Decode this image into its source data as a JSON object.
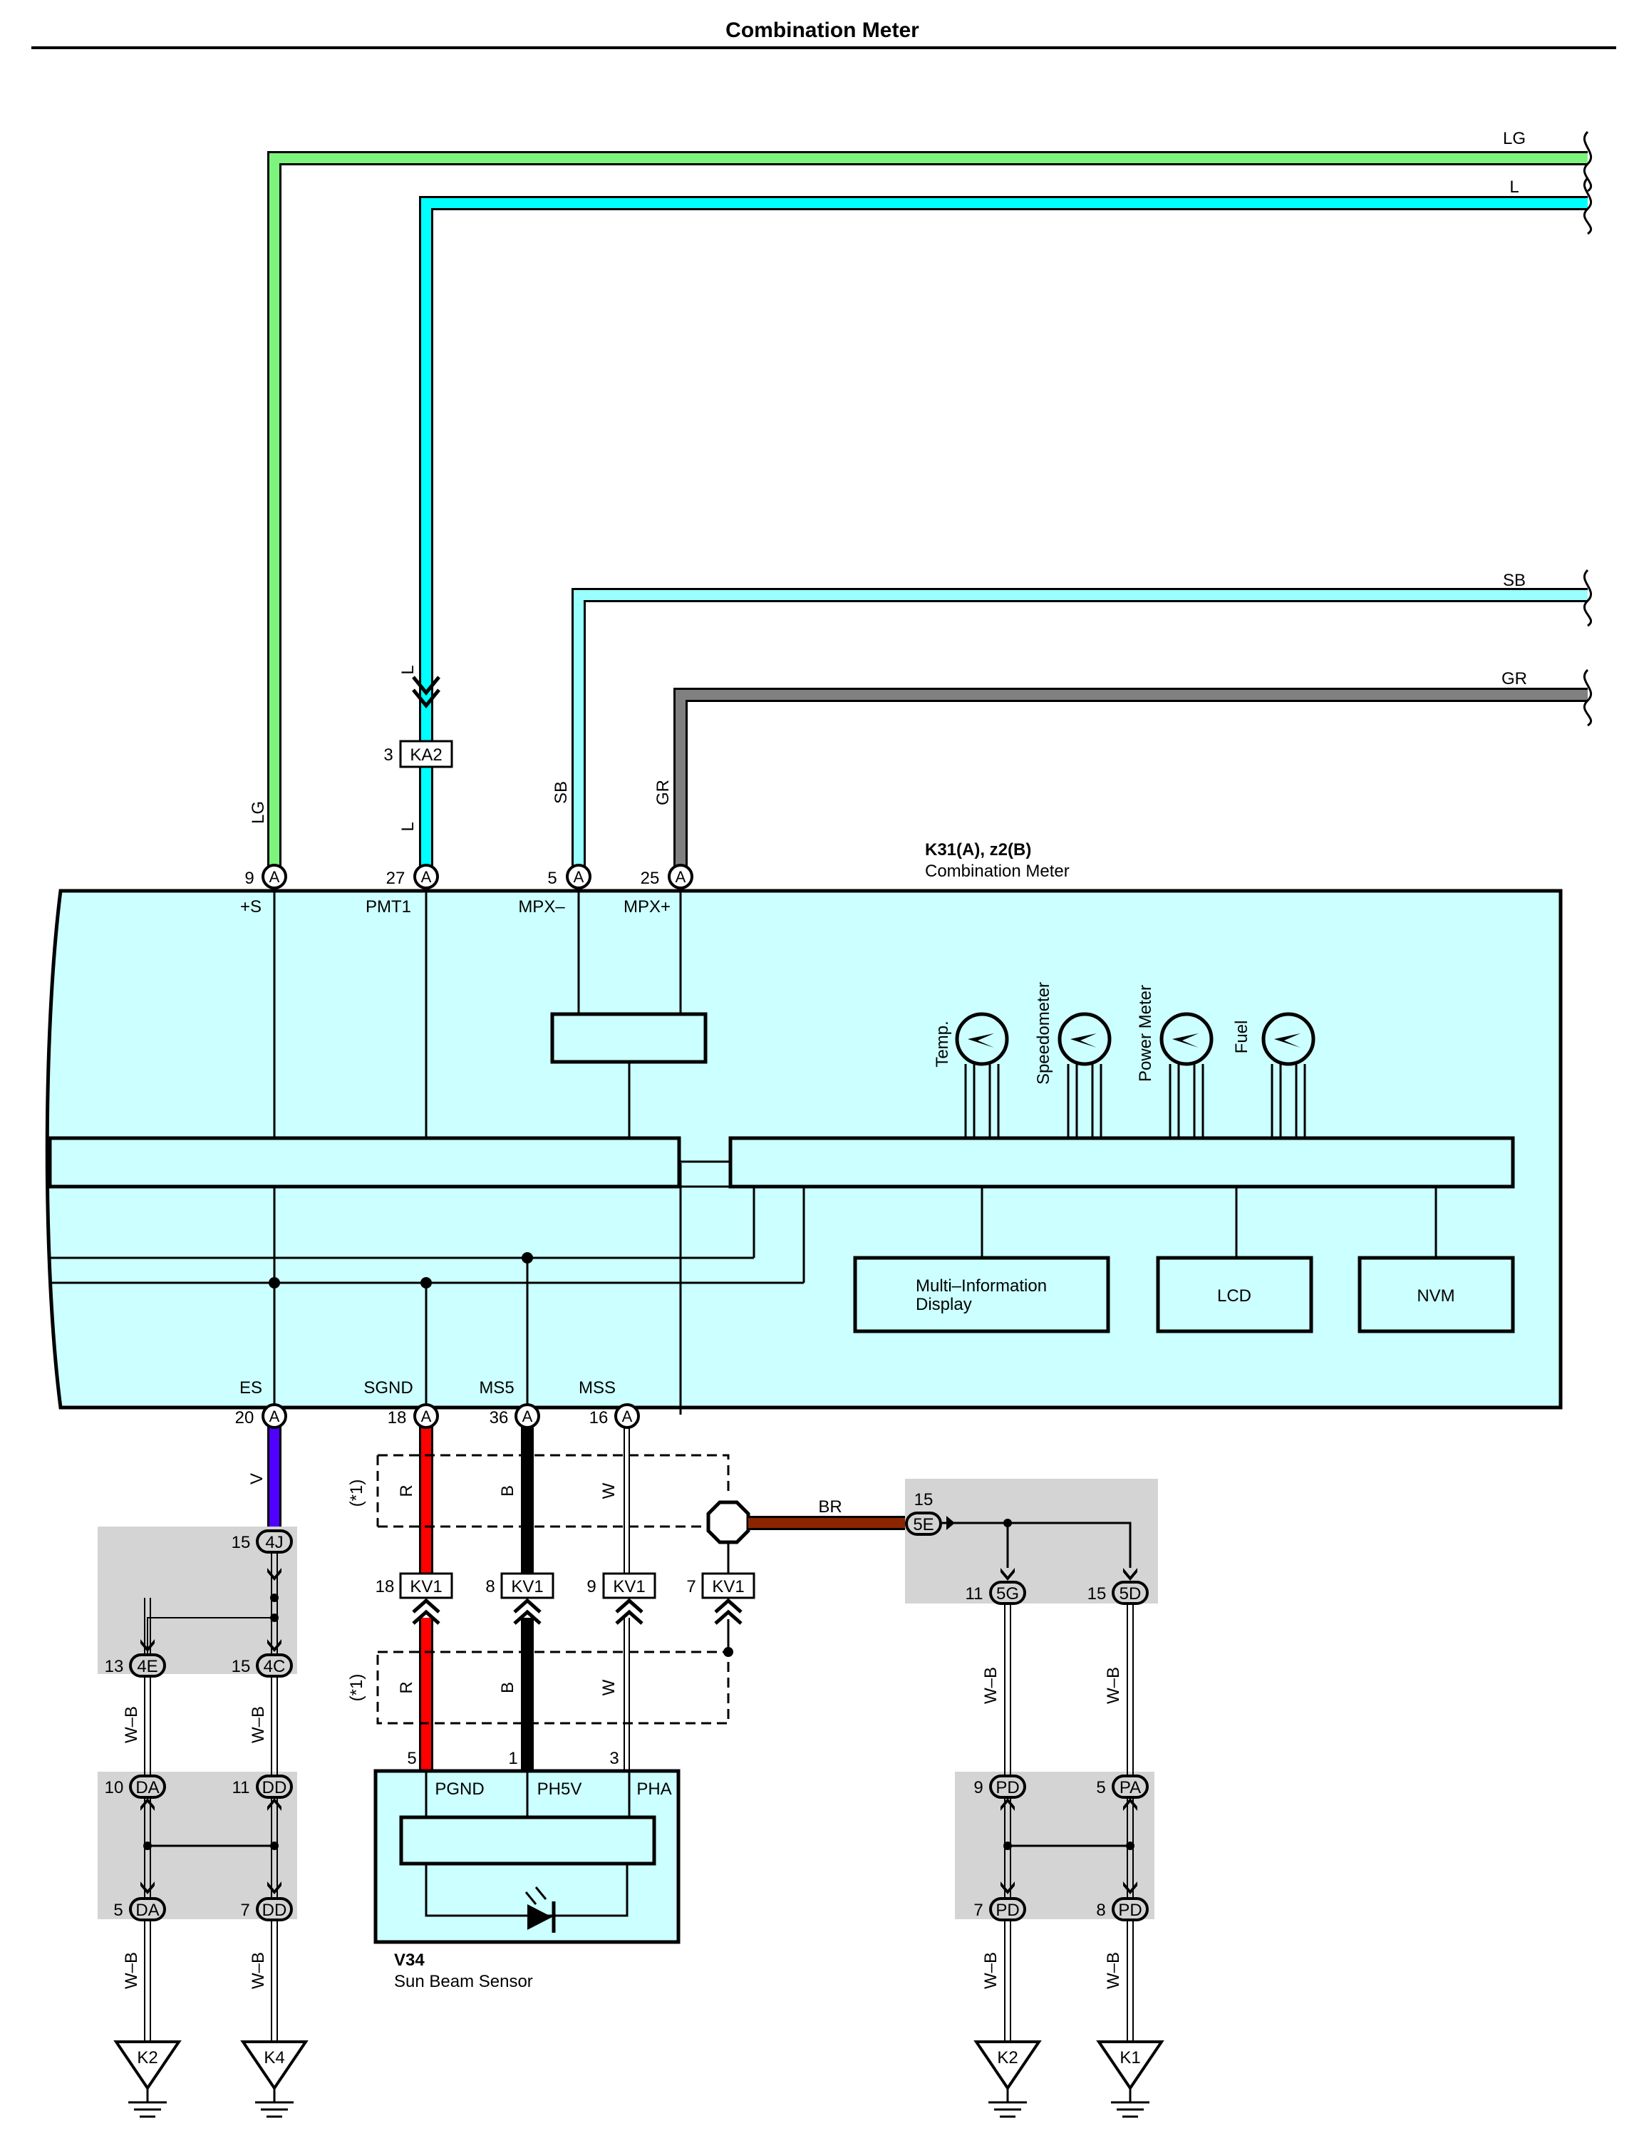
{
  "page": {
    "title": "Combination Meter"
  },
  "colors": {
    "LG": "#7df57d",
    "L": "#00ffff",
    "SB": "#99ffff",
    "GR": "#808080",
    "V": "#5000ff",
    "R": "#ff0000",
    "B": "#000000",
    "W": "#ffffff",
    "BR": "#8b2500",
    "meter_fill": "#ccffff",
    "shade": "#d4d4d4"
  },
  "top_wires": [
    {
      "label": "LG"
    },
    {
      "label": "L"
    },
    {
      "label": "SB"
    },
    {
      "label": "GR"
    }
  ],
  "connector_ka2": {
    "pin": "3",
    "name": "KA2",
    "wire_upper": "L",
    "wire_lower": "L"
  },
  "meter": {
    "id": "K31(A), z2(B)",
    "name": "Combination Meter",
    "top_pins": [
      {
        "num": "9",
        "conn": "A",
        "signal": "+S",
        "wire": "LG"
      },
      {
        "num": "27",
        "conn": "A",
        "signal": "PMT1",
        "wire": "L"
      },
      {
        "num": "5",
        "conn": "A",
        "signal": "MPX–",
        "wire": "SB"
      },
      {
        "num": "25",
        "conn": "A",
        "signal": "MPX+",
        "wire": "GR"
      }
    ],
    "bottom_pins": [
      {
        "num": "20",
        "conn": "A",
        "signal": "ES",
        "wire": "V"
      },
      {
        "num": "18",
        "conn": "A",
        "signal": "SGND",
        "wire": "R"
      },
      {
        "num": "36",
        "conn": "A",
        "signal": "MS5",
        "wire": "B"
      },
      {
        "num": "16",
        "conn": "A",
        "signal": "MSS",
        "wire": "W"
      }
    ],
    "gauges": [
      "Temp.",
      "Speedometer",
      "Power Meter",
      "Fuel"
    ],
    "blocks": {
      "mid": "Multi–Information\nDisplay",
      "mid_line1": "Multi–Information",
      "mid_line2": "Display",
      "lcd": "LCD",
      "nvm": "NVM"
    }
  },
  "shield_note": "(*1)",
  "kv1": [
    {
      "num": "18",
      "name": "KV1"
    },
    {
      "num": "8",
      "name": "KV1"
    },
    {
      "num": "9",
      "name": "KV1"
    },
    {
      "num": "7",
      "name": "KV1"
    }
  ],
  "shield_wire": {
    "label": "BR"
  },
  "sensor": {
    "id": "V34",
    "name": "Sun Beam Sensor",
    "pins": [
      {
        "num": "5",
        "signal": "PGND",
        "wire": "R"
      },
      {
        "num": "1",
        "signal": "PH5V",
        "wire": "B"
      },
      {
        "num": "3",
        "signal": "PHA",
        "wire": "W"
      }
    ]
  },
  "left_ground": {
    "j4": {
      "num": "15",
      "name": "4J"
    },
    "e4": {
      "num": "13",
      "name": "4E"
    },
    "c4": {
      "num": "15",
      "name": "4C"
    },
    "da_top": {
      "num": "10",
      "name": "DA"
    },
    "dd_top": {
      "num": "11",
      "name": "DD"
    },
    "da_bot": {
      "num": "5",
      "name": "DA"
    },
    "dd_bot": {
      "num": "7",
      "name": "DD"
    },
    "wire": "W–B",
    "grounds": [
      "K2",
      "K4"
    ]
  },
  "right_ground": {
    "e5": {
      "num": "15",
      "name": "5E"
    },
    "g5": {
      "num": "11",
      "name": "5G"
    },
    "d5": {
      "num": "15",
      "name": "5D"
    },
    "pd_top": {
      "num": "9",
      "name": "PD"
    },
    "pa_top": {
      "num": "5",
      "name": "PA"
    },
    "pd_bot1": {
      "num": "7",
      "name": "PD"
    },
    "pd_bot2": {
      "num": "8",
      "name": "PD"
    },
    "wire": "W–B",
    "grounds": [
      "K2",
      "K1"
    ]
  }
}
